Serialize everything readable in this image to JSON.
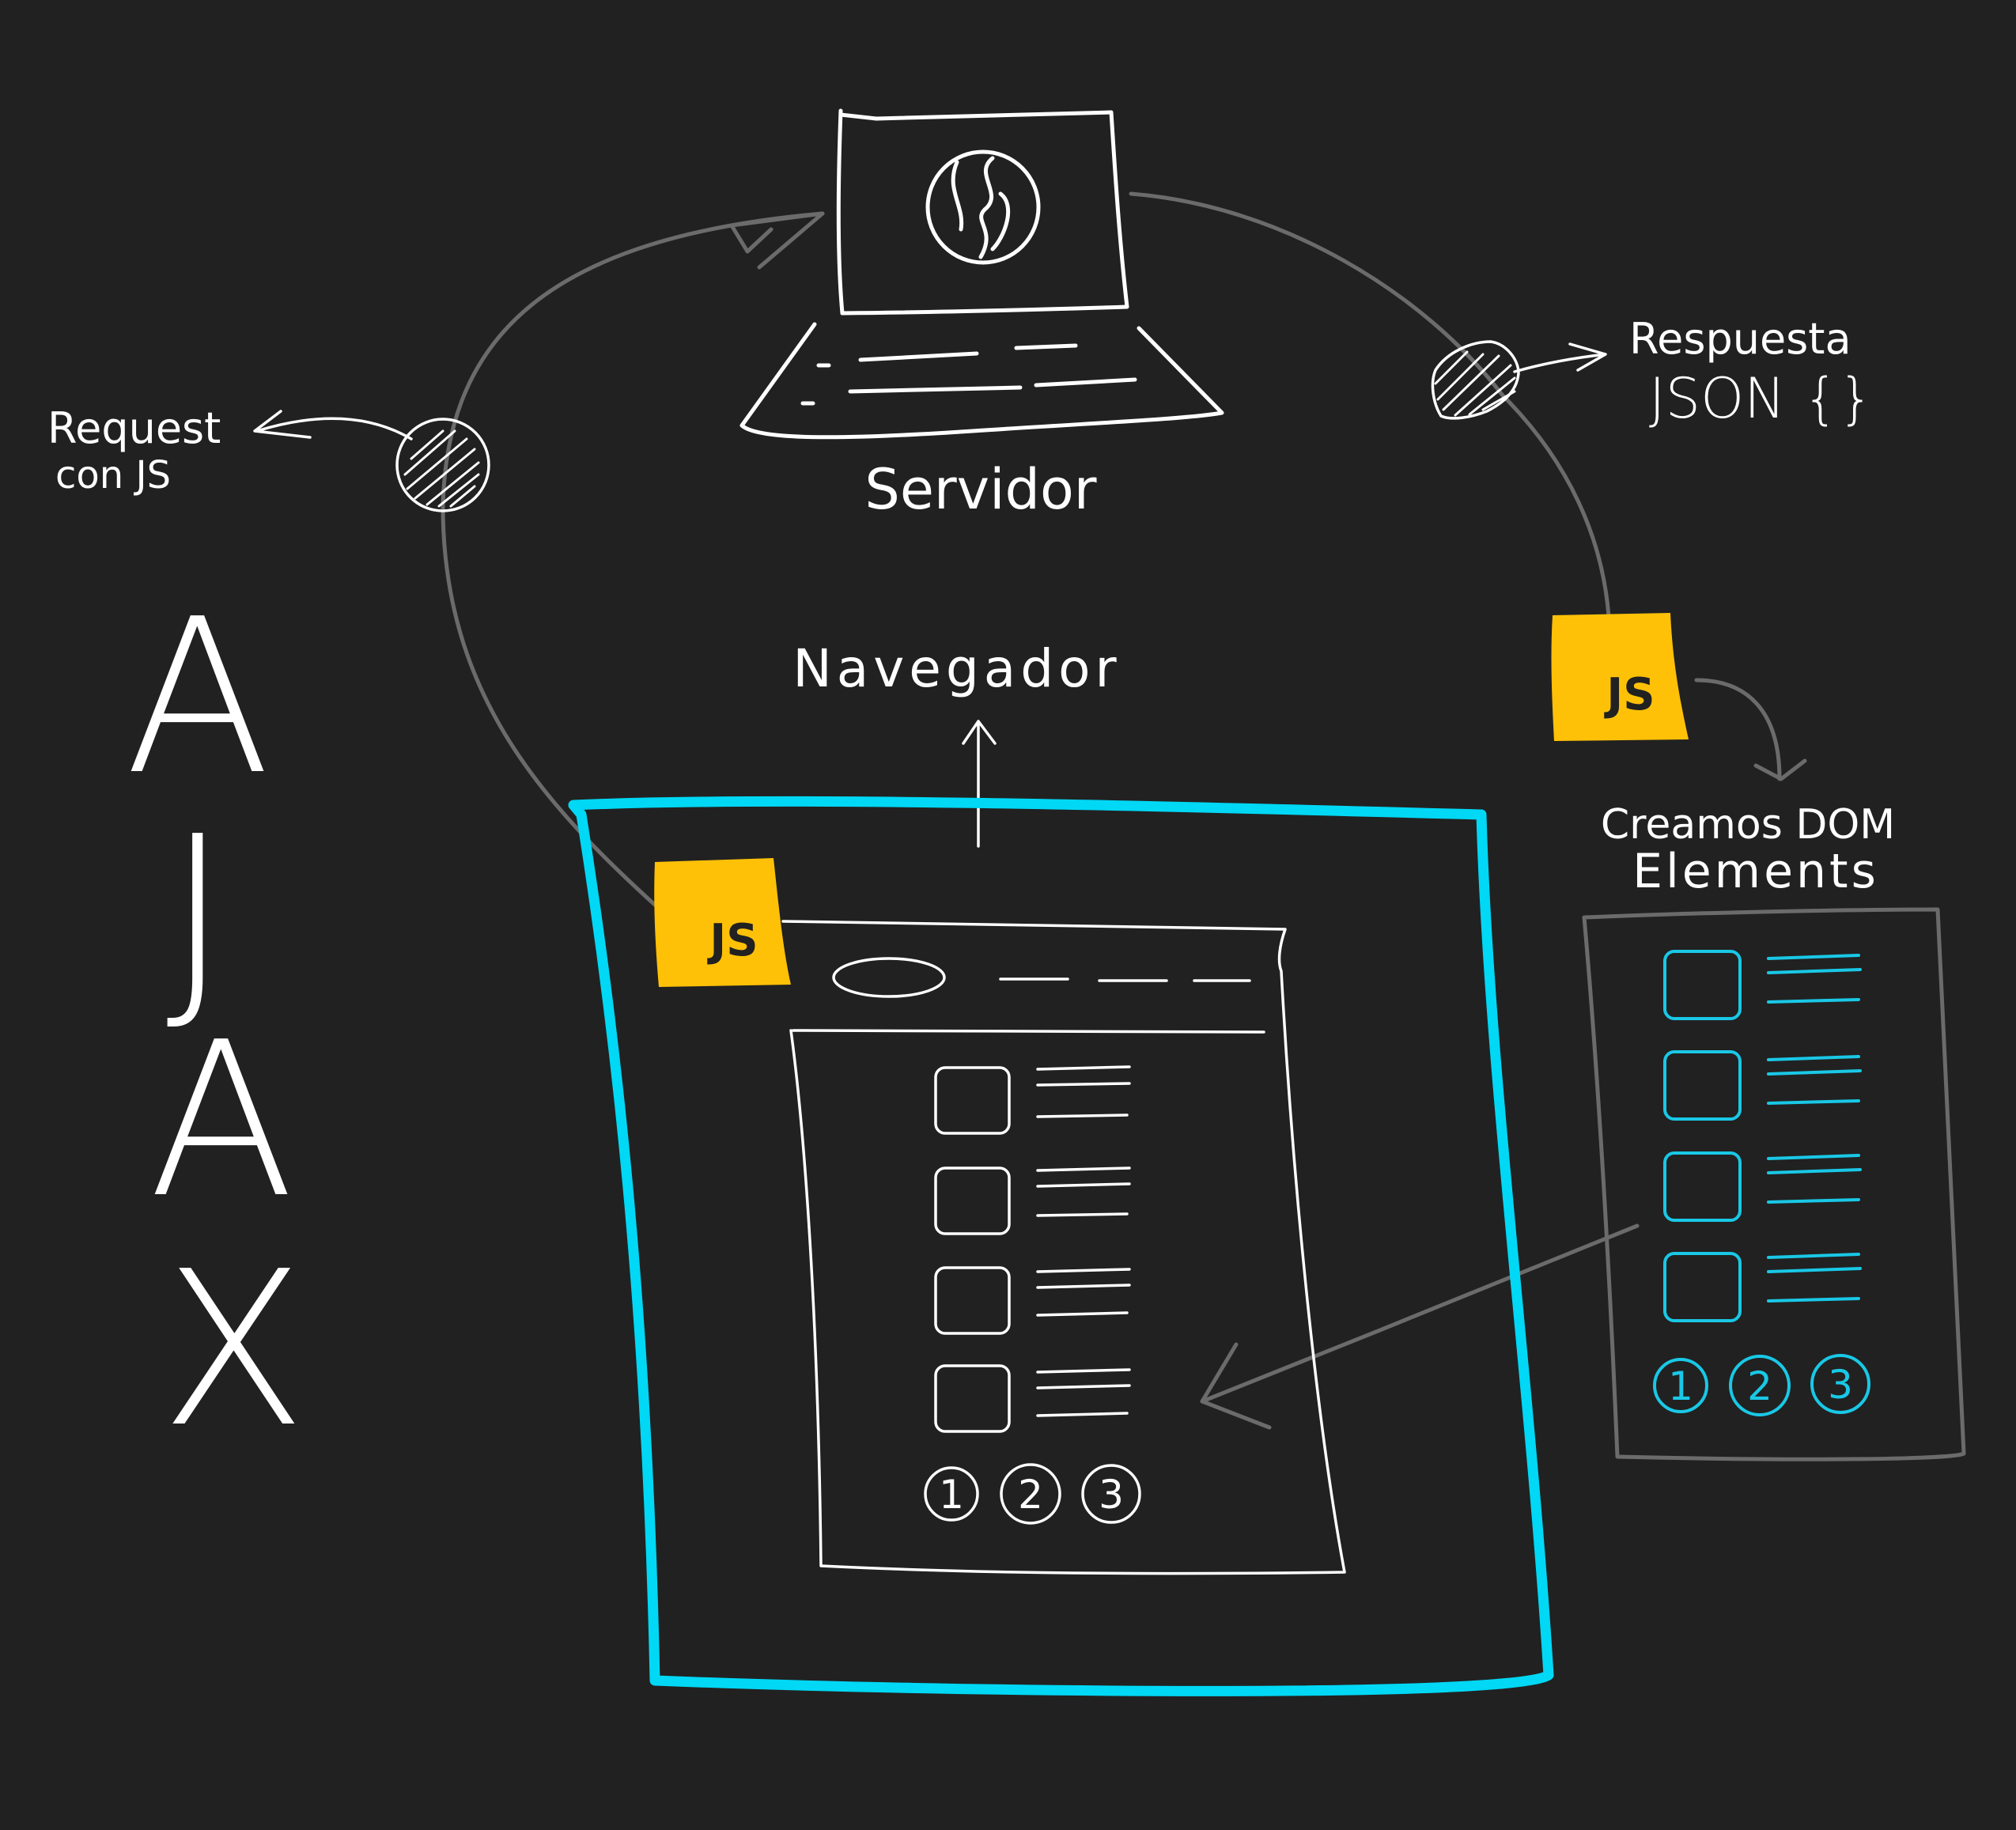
{
  "title_letters": [
    "A",
    "J",
    "A",
    "X"
  ],
  "labels": {
    "server": "Servidor",
    "browser": "Navegador",
    "request_line1": "Request",
    "request_line2": "con JS",
    "response_line1": "Respuesta",
    "response_line2": "JSON {}",
    "create_line1": "Creamos DOM",
    "create_line2": "Elements"
  },
  "js_badge": "JS",
  "pagination": [
    "1",
    "2",
    "3"
  ],
  "colors": {
    "background": "#212121",
    "sketch": "#ffffff",
    "connector": "#6b6b6b",
    "browser_frame": "#00d8f5",
    "js_badge": "#ffc107",
    "new_elements": "#19c8e6"
  }
}
